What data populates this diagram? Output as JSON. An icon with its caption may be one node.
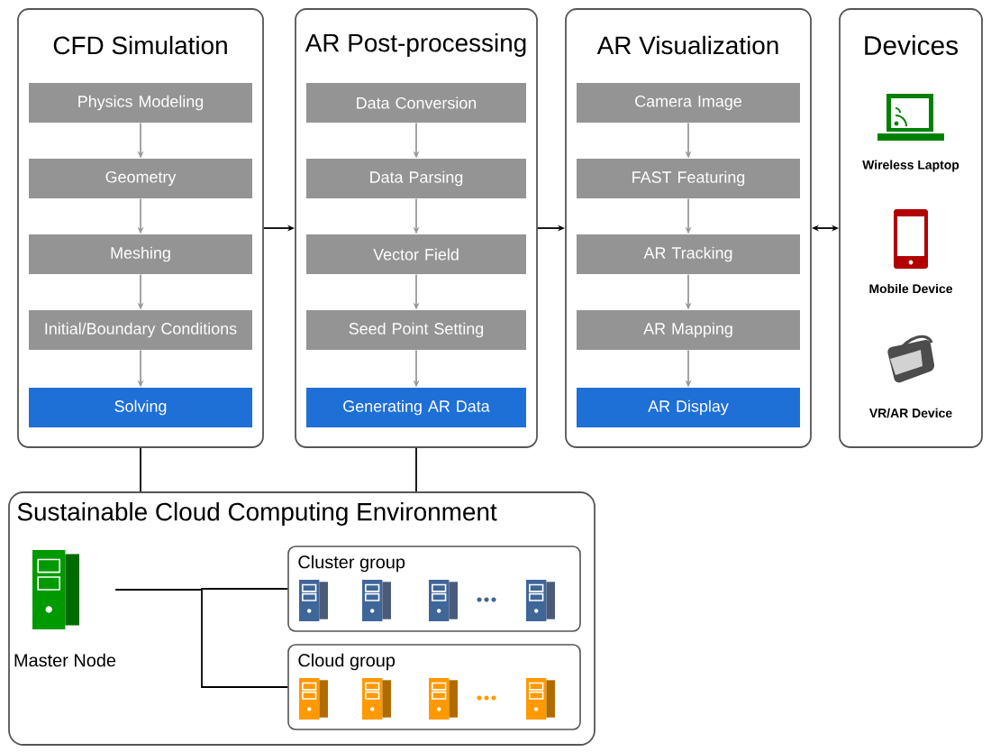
{
  "diagram": {
    "nodes": [
      {
        "text": [
          "CFD Simulation"
        ]
      },
      {
        "text": [
          "Physics Modeling"
        ],
        "in": 0
      },
      {
        "text": [
          "Geometry"
        ],
        "in": 0
      },
      {
        "text": [
          "Meshing"
        ],
        "in": 0
      },
      {
        "text": [
          "Initial/Boundary Conditions"
        ],
        "in": 0
      },
      {
        "text": [
          "Solving"
        ],
        "in": 0
      },
      {
        "text": [
          "AR Post-processing"
        ]
      },
      {
        "text": [
          "Data Conversion"
        ],
        "in": 6
      },
      {
        "text": [
          "Data Parsing"
        ],
        "in": 6
      },
      {
        "text": [
          "Vector Field"
        ],
        "in": 6
      },
      {
        "text": [
          "Seed Point Setting"
        ],
        "in": 6
      },
      {
        "text": [
          "Generating AR Data"
        ],
        "in": 6
      },
      {
        "text": [
          "AR Visualization"
        ]
      },
      {
        "text": [
          "Camera Image"
        ],
        "in": 12
      },
      {
        "text": [
          "FAST Featuring"
        ],
        "in": 12
      },
      {
        "text": [
          "AR Tracking"
        ],
        "in": 12
      },
      {
        "text": [
          "AR Mapping"
        ],
        "in": 12
      },
      {
        "text": [
          "AR Display"
        ],
        "in": 12
      },
      {
        "text": [
          "Devices"
        ]
      },
      {
        "text": [
          "Wireless Laptop"
        ],
        "in": 18
      },
      {
        "text": [
          "Mobile Device"
        ],
        "in": 18
      },
      {
        "text": [
          "VR/AR Device"
        ],
        "in": 18
      },
      {
        "text": [
          "Sustainable Cloud Computing Environment"
        ]
      },
      {
        "text": [
          "Master Node"
        ],
        "in": 22
      },
      {
        "text": [
          "Cluster group"
        ],
        "in": 22
      },
      {
        "text": [
          "Cloud group"
        ],
        "in": 22
      }
    ],
    "edges": [
      {
        "from": 1,
        "to": 2,
        "arrow": "to"
      },
      {
        "from": 2,
        "to": 3,
        "arrow": "to"
      },
      {
        "from": 3,
        "to": 4,
        "arrow": "to"
      },
      {
        "from": 4,
        "to": 5,
        "arrow": "to"
      },
      {
        "from": 7,
        "to": 8,
        "arrow": "to"
      },
      {
        "from": 8,
        "to": 9,
        "arrow": "to"
      },
      {
        "from": 9,
        "to": 10,
        "arrow": "to"
      },
      {
        "from": 10,
        "to": 11,
        "arrow": "to"
      },
      {
        "from": 13,
        "to": 14,
        "arrow": "to"
      },
      {
        "from": 14,
        "to": 15,
        "arrow": "to"
      },
      {
        "from": 15,
        "to": 16,
        "arrow": "to"
      },
      {
        "from": 16,
        "to": 17,
        "arrow": "to"
      },
      {
        "from": 0,
        "to": 6,
        "arrow": "to",
        "color": "#000000"
      },
      {
        "from": 6,
        "to": 12,
        "arrow": "to",
        "color": "#000000"
      },
      {
        "from": 12,
        "to": 18,
        "arrow": "both",
        "color": "#000000"
      },
      {
        "from": 0,
        "to": 22,
        "arrow": "none",
        "color": "#000000"
      },
      {
        "from": 6,
        "to": 22,
        "arrow": "none",
        "color": "#000000"
      },
      {
        "from": 23,
        "to": 24,
        "arrow": "none",
        "color": "#000000"
      },
      {
        "from": 23,
        "to": 25,
        "arrow": "none",
        "color": "#000000"
      }
    ]
  }
}
